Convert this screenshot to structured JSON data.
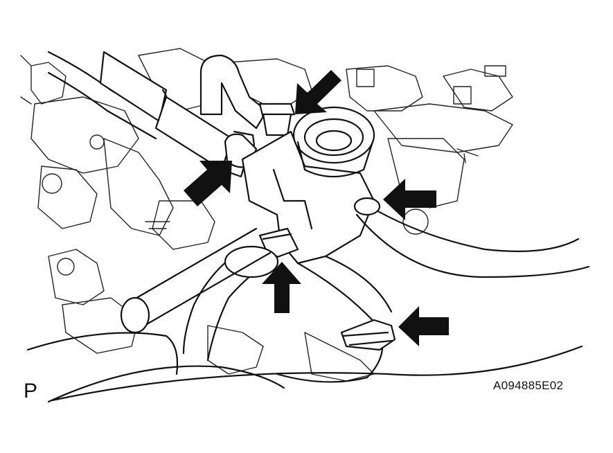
{
  "figure": {
    "view_letter": "P",
    "figure_code": "A094885E02"
  },
  "colors": {
    "line": "#111111",
    "background": "#ffffff"
  },
  "callouts": [
    {
      "id": "arrow-upper-clamp"
    },
    {
      "id": "arrow-left-hose-clamp"
    },
    {
      "id": "arrow-right-hose"
    },
    {
      "id": "arrow-lower-clamp"
    },
    {
      "id": "arrow-bottom-right-clamp"
    }
  ]
}
